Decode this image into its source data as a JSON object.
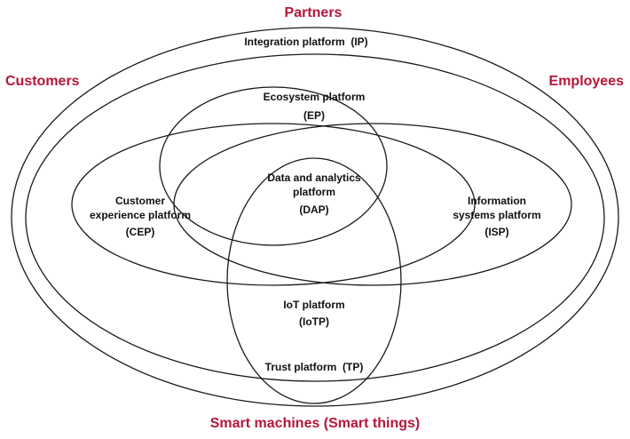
{
  "colors": {
    "accent": "#b5163a",
    "line": "#1a1a1a",
    "text": "#111111",
    "background": "#ffffff"
  },
  "stakeholders": {
    "top": "Partners",
    "left": "Customers",
    "right": "Employees",
    "bottom": "Smart machines (Smart things)"
  },
  "platforms": {
    "integration": "Integration platform  (IP)",
    "trust": "Trust platform  (TP)",
    "ecosystem": [
      "Ecosystem platform",
      "(EP)"
    ],
    "customer_experience": [
      "Customer",
      "experience platform",
      "(CEP)"
    ],
    "information_systems": [
      "Information",
      "systems platform",
      "(ISP)"
    ],
    "data_analytics": [
      "Data and analytics",
      "platform",
      "(DAP)"
    ],
    "iot": [
      "IoT platform",
      "(IoTP)"
    ]
  }
}
